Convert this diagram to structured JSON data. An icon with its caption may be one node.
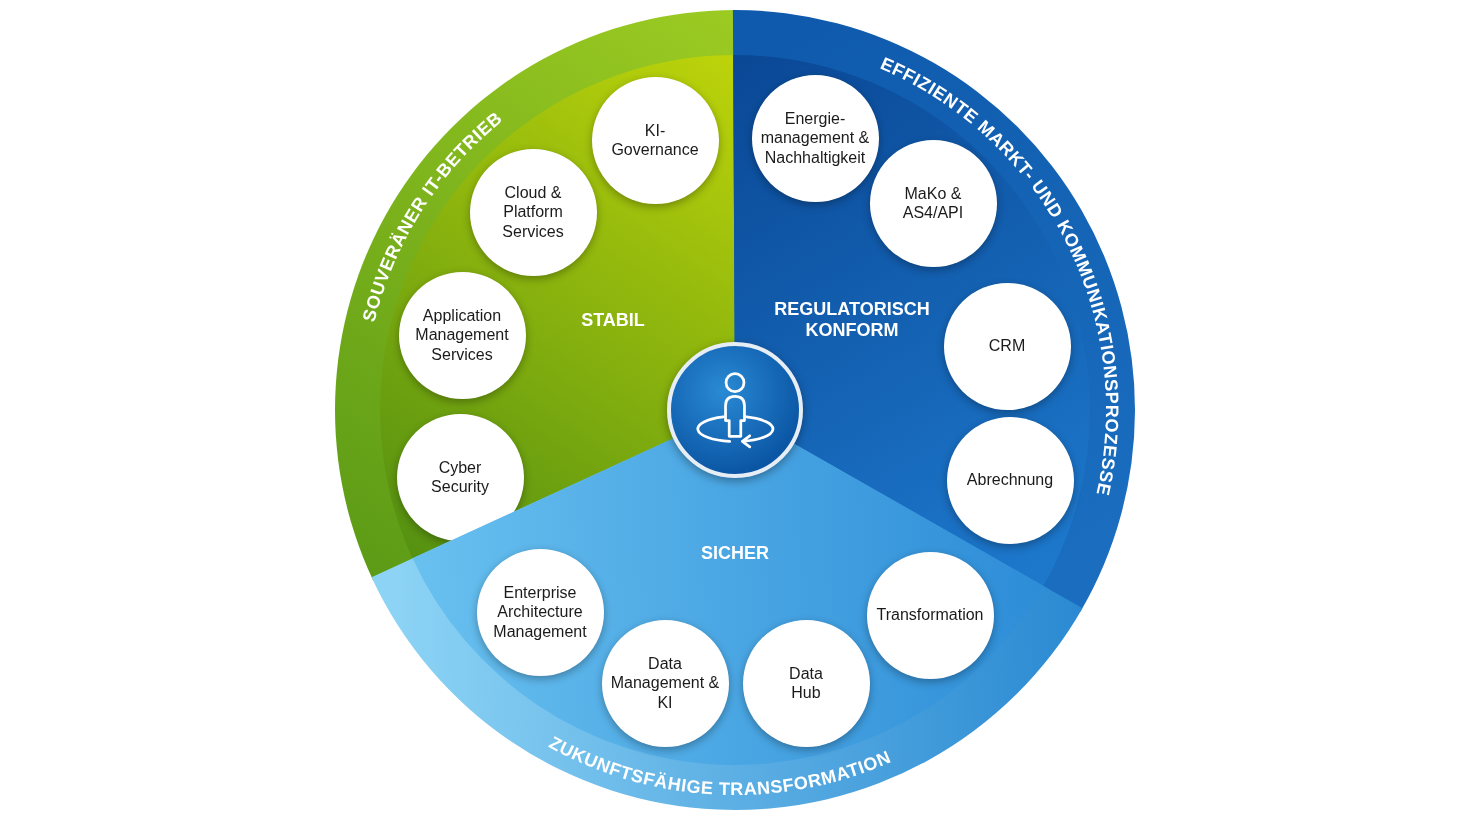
{
  "diagram": {
    "nodes": [
      {
        "text": [
          "SOUVERÄNER IT-BETRIEB",
          "STABIL"
        ]
      },
      {
        "text": [
          "KI-Governance"
        ],
        "in": 0
      },
      {
        "text": [
          "Cloud & Platform Services"
        ],
        "in": 0
      },
      {
        "text": [
          "Application Management Services"
        ],
        "in": 0
      },
      {
        "text": [
          "Cyber Security"
        ],
        "in": 0
      },
      {
        "text": [
          "EFFIZIENTE MARKT- UND KOMMUNIKATIONSPROZESSE",
          "REGULATORISCH KONFORM"
        ]
      },
      {
        "text": [
          "Energie-management & Nachhaltigkeit"
        ],
        "in": 5
      },
      {
        "text": [
          "MaKo & AS4/API"
        ],
        "in": 5
      },
      {
        "text": [
          "CRM"
        ],
        "in": 5
      },
      {
        "text": [
          "Abrechnung"
        ],
        "in": 5
      },
      {
        "text": [
          "SICHER",
          "ZUKUNFTSFÄHIGE TRANSFORMATION"
        ]
      },
      {
        "text": [
          "Enterprise Architecture Management"
        ],
        "in": 10
      },
      {
        "text": [
          "Data Management & KI"
        ],
        "in": 10
      },
      {
        "text": [
          "Data Hub"
        ],
        "in": 10
      },
      {
        "text": [
          "Transformation"
        ],
        "in": 10
      },
      {
        "text": [],
        "shape": "circle"
      }
    ]
  }
}
